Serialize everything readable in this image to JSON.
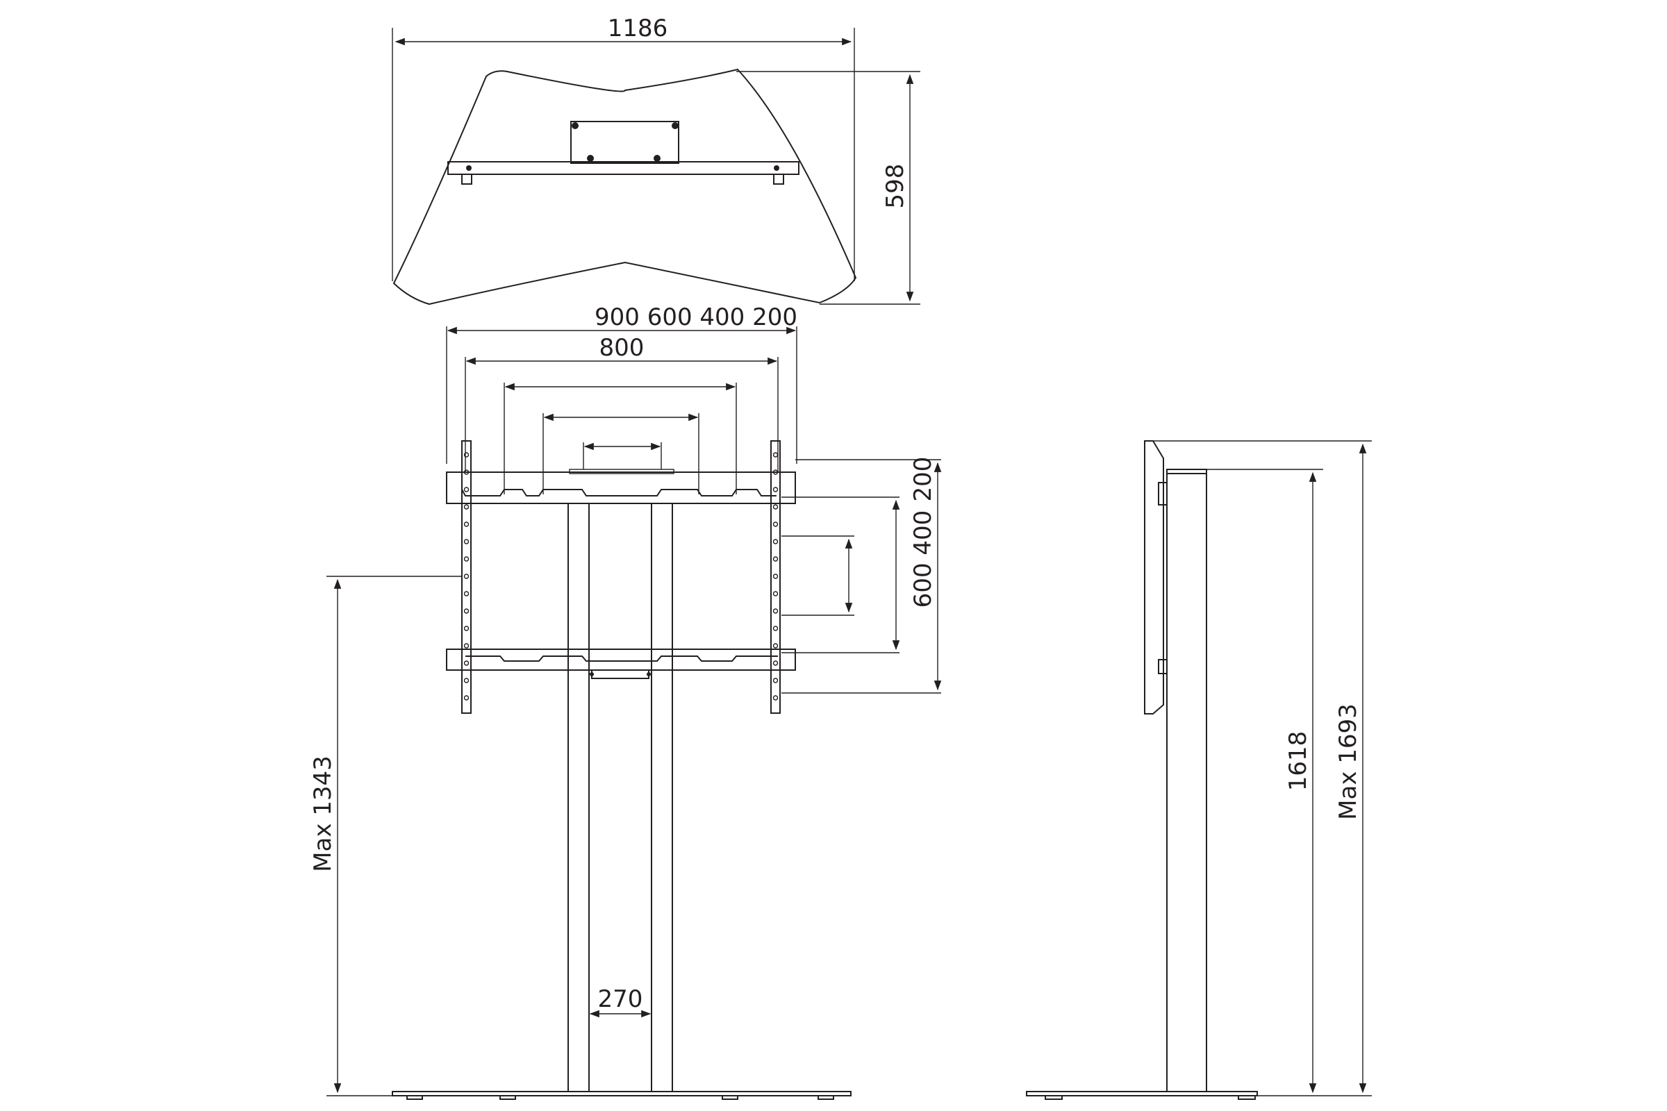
{
  "dimensions": {
    "top_width": "1186",
    "top_depth": "598",
    "vesa_horizontal": "900 600 400 200",
    "rail_width": "800",
    "vesa_vertical_outer": "200",
    "vesa_vertical_inner": "600 400",
    "column_width": "270",
    "max_mount_height": "Max 1343",
    "column_height": "1618",
    "max_total_height": "Max 1693"
  },
  "colors": {
    "line": "#231f20",
    "background": "#ffffff"
  }
}
